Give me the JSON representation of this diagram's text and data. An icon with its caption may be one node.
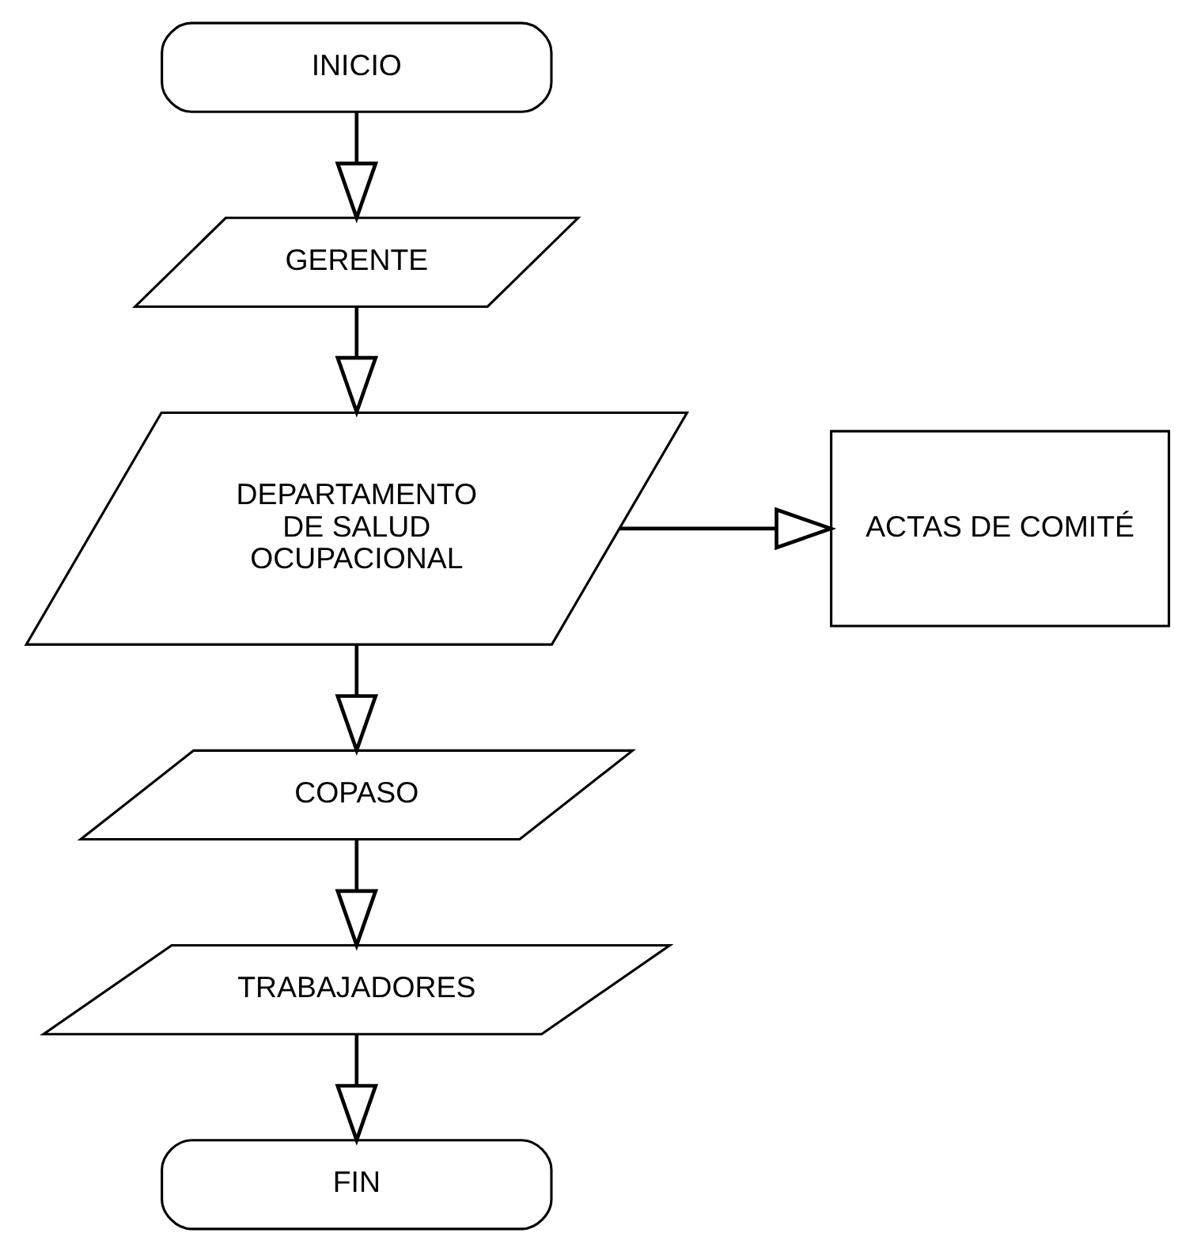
{
  "diagram": {
    "nodes": [
      {
        "text": [
          "INICIO"
        ]
      },
      {
        "text": [
          "GERENTE"
        ]
      },
      {
        "text": [
          "DEPARTAMENTO DE SALUD OCUPACIONAL"
        ]
      },
      {
        "text": [
          "ACTAS DE COMITÉ"
        ]
      },
      {
        "text": [
          "COPASO"
        ]
      },
      {
        "text": [
          "TRABAJADORES"
        ]
      },
      {
        "text": [
          "FIN"
        ]
      }
    ],
    "edges": [
      {
        "from": 0,
        "to": 1,
        "arrow": "to"
      },
      {
        "from": 1,
        "to": 2,
        "arrow": "to"
      },
      {
        "from": 2,
        "to": 3,
        "arrow": "to"
      },
      {
        "from": 2,
        "to": 4,
        "arrow": "to"
      },
      {
        "from": 4,
        "to": 5,
        "arrow": "to"
      },
      {
        "from": 5,
        "to": 6,
        "arrow": "to"
      }
    ]
  }
}
